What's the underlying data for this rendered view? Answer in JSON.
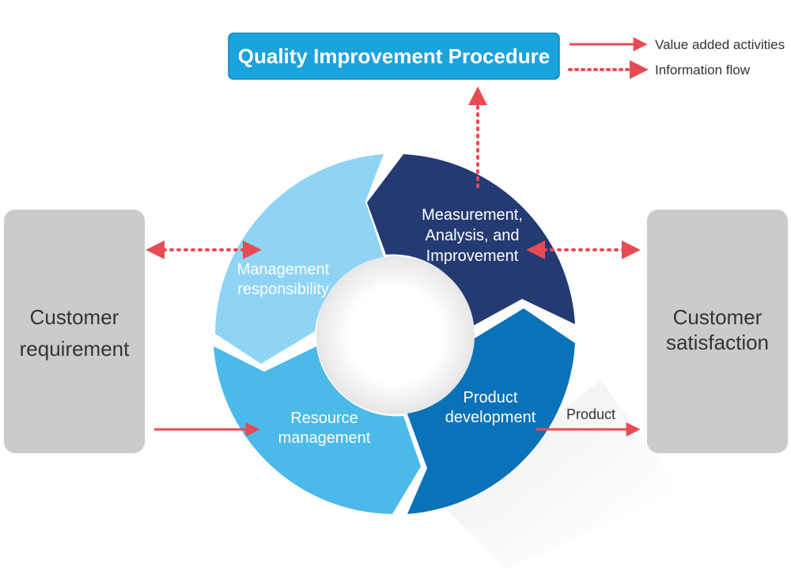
{
  "title": "Quality Improvement Procedure",
  "legend": {
    "value_added": "Value added activities",
    "information_flow": "Information flow"
  },
  "left_box": {
    "line1": "Customer",
    "line2": "requirement"
  },
  "right_box": {
    "line1": "Customer",
    "line2": "satisfaction"
  },
  "cycle": {
    "management": {
      "line1": "Management",
      "line2": "responsibility"
    },
    "measurement": {
      "line1": "Measurement,",
      "line2": "Analysis, and",
      "line3": "Improvement"
    },
    "product_dev": {
      "line1": "Product",
      "line2": "development"
    },
    "resource": {
      "line1": "Resource",
      "line2": "management"
    }
  },
  "product_arrow_label": "Product",
  "colors": {
    "title_box": "#1aa3dc",
    "management": "#8fd4f5",
    "measurement": "#243a72",
    "product_dev": "#0a72b8",
    "resource": "#4cbae8",
    "side_box": "#cbcbcb",
    "arrow": "#e94b55"
  }
}
